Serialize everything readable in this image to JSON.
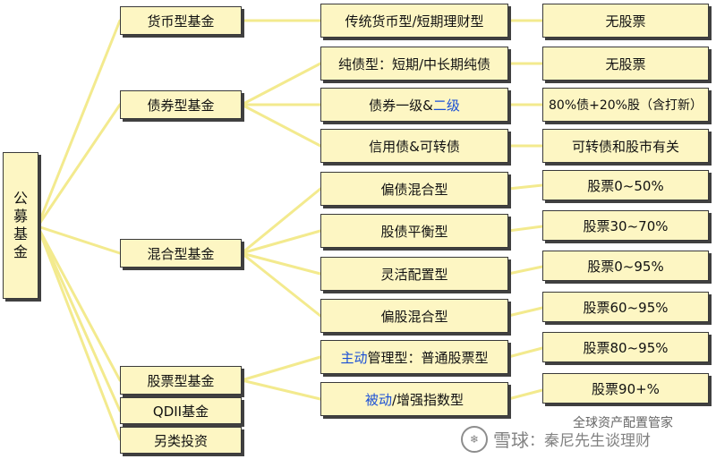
{
  "root": {
    "chars": [
      "公",
      "募",
      "基",
      "金"
    ]
  },
  "categories": {
    "money": "货币型基金",
    "bond": "债券型基金",
    "mixed": "混合型基金",
    "stock": "股票型基金",
    "qdii": "QDII基金",
    "alt": "另类投资"
  },
  "subtypes": {
    "money_traditional": "传统货币型/短期理财型",
    "bond_pure": "纯债型：短期/中长期纯债",
    "bond_level_prefix": "债券一级&",
    "bond_level_highlight": "二级",
    "bond_credit": "信用债&可转债",
    "mixed_bond_bias": "偏债混合型",
    "mixed_balanced": "股债平衡型",
    "mixed_flexible": "灵活配置型",
    "mixed_stock_bias": "偏股混合型",
    "stock_active_highlight": "主动",
    "stock_active_rest": "管理型：普通股票型",
    "stock_passive_highlight": "被动",
    "stock_passive_rest": "/增强指数型"
  },
  "descriptions": {
    "d1": "无股票",
    "d2": "无股票",
    "d3": "80%债+20%股（含打新）",
    "d4": "可转债和股市有关",
    "d5": "股票0~50%",
    "d6": "股票30~70%",
    "d7": "股票0~95%",
    "d8": "股票60~95%",
    "d9": "股票80~95%",
    "d10": "股票90+%"
  },
  "watermark": {
    "brand": "雪球",
    "channel": "全球资产配置管家",
    "author": "：秦尼先生谈理财"
  },
  "colors": {
    "box_fill": "#fdf6c3",
    "connector": "#f3ea8e",
    "highlight_text": "#1a4fd6"
  }
}
